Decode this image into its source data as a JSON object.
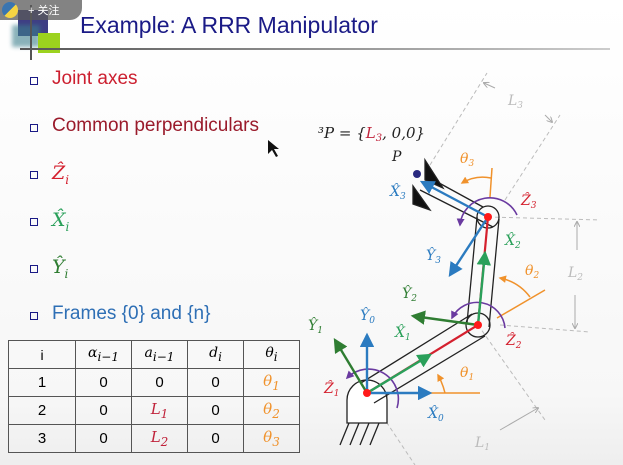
{
  "overlay": {
    "follow_label": "+ 关注"
  },
  "title": "Example: A RRR Manipulator",
  "bullets": [
    {
      "text": "Joint axes",
      "color": "#cc1f2f"
    },
    {
      "text": "Common perpendiculars",
      "color": "#9a1b2b"
    },
    {
      "text": "Ẑ",
      "sub": "i",
      "color": "#d4202e"
    },
    {
      "text": "X̂",
      "sub": "i",
      "color": "#2aa05a"
    },
    {
      "text": "Ŷ",
      "sub": "i",
      "color": "#2f7d32"
    },
    {
      "text": "Frames {0} and {n}",
      "color": "#2e6fb5"
    }
  ],
  "table": {
    "headers": [
      "i",
      "α",
      "a",
      "d",
      "θ"
    ],
    "header_subs": [
      "",
      "i−1",
      "i−1",
      "i",
      "i"
    ],
    "rows": [
      [
        "1",
        "0",
        "0",
        "0",
        "θ",
        "1"
      ],
      [
        "2",
        "0",
        "L",
        "1",
        "0",
        "θ",
        "2"
      ],
      [
        "3",
        "0",
        "L",
        "2",
        "0",
        "θ",
        "3"
      ]
    ]
  },
  "diagram": {
    "point_eq": "³P = {",
    "point_eq_L": "L",
    "point_eq_sub": "3",
    "point_eq_end": ", 0,0}",
    "P": "P",
    "labels": {
      "X0": "X̂",
      "Y0": "Ŷ",
      "X1": "X̂",
      "Y1": "Ŷ",
      "Z1": "Ẑ",
      "X2": "X̂",
      "Y2": "Ŷ",
      "Z2": "Ẑ",
      "X3": "X̂",
      "Y3": "Ŷ",
      "Z3": "Ẑ",
      "t1": "θ",
      "t2": "θ",
      "t3": "θ",
      "L1": "L",
      "L2": "L",
      "L3": "L"
    },
    "subs": {
      "0": "0",
      "1": "1",
      "2": "2",
      "3": "3"
    }
  }
}
